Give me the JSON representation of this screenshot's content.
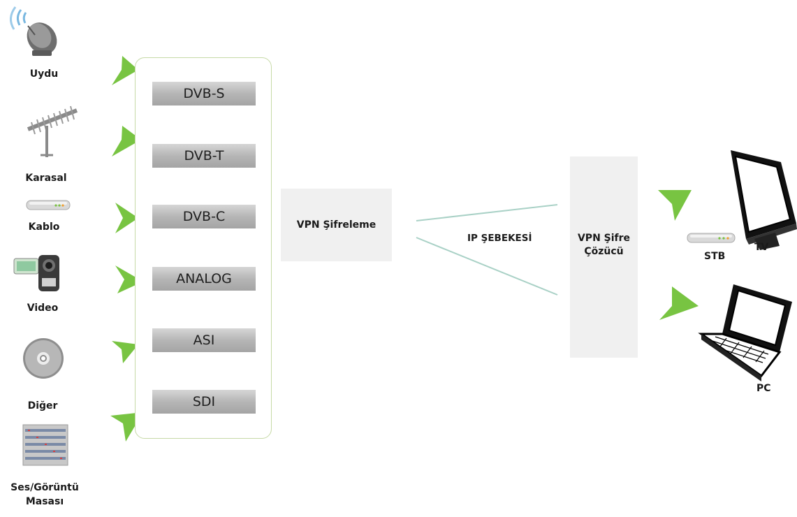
{
  "sources": [
    {
      "id": "satellite",
      "label": "Uydu",
      "icon": "satellite-dish-icon"
    },
    {
      "id": "terrestrial",
      "label": "Karasal",
      "icon": "antenna-icon"
    },
    {
      "id": "cable",
      "label": "Kablo",
      "icon": "cable-box-icon"
    },
    {
      "id": "video",
      "label": "Video",
      "icon": "video-camera-icon"
    },
    {
      "id": "other",
      "label": "Diğer",
      "icon": "disc-icon"
    },
    {
      "id": "mixer",
      "label_line1": "Ses/Görüntü",
      "label_line2": "Masası",
      "icon": "mixing-console-icon"
    }
  ],
  "standards": [
    "DVB-S",
    "DVB-T",
    "DVB-C",
    "ANALOG",
    "ASI",
    "SDI"
  ],
  "encoder": {
    "label": "VPN Şifreleme"
  },
  "network": {
    "label": "IP ŞEBEKESİ"
  },
  "decoder": {
    "label_line1": "VPN Şifre",
    "label_line2": "Çözücü"
  },
  "outputs": {
    "stb": "STB",
    "tv": "TV",
    "pc": "PC"
  },
  "colors": {
    "arrow": "#78c442",
    "box_border": "#c6d9a6",
    "bar": "#b6b6b6",
    "link": "#a9d1c6",
    "panel": "#f0f0f0"
  }
}
